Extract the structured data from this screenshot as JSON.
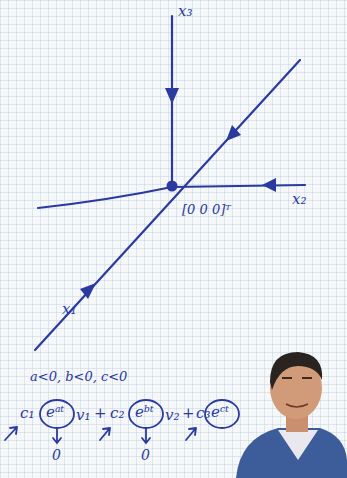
{
  "diagram": {
    "labels": [
      "x₃",
      "x₂",
      "x₁",
      "[0 0 0]ᵀ",
      "a<0, b<0, c<0",
      "c₁",
      "eᵃᵗ",
      "v₁",
      "+",
      "c₂",
      "eᵇᵗ",
      "v₂",
      "+",
      "c₃",
      "eᶜᵗ",
      "0",
      "0"
    ]
  }
}
